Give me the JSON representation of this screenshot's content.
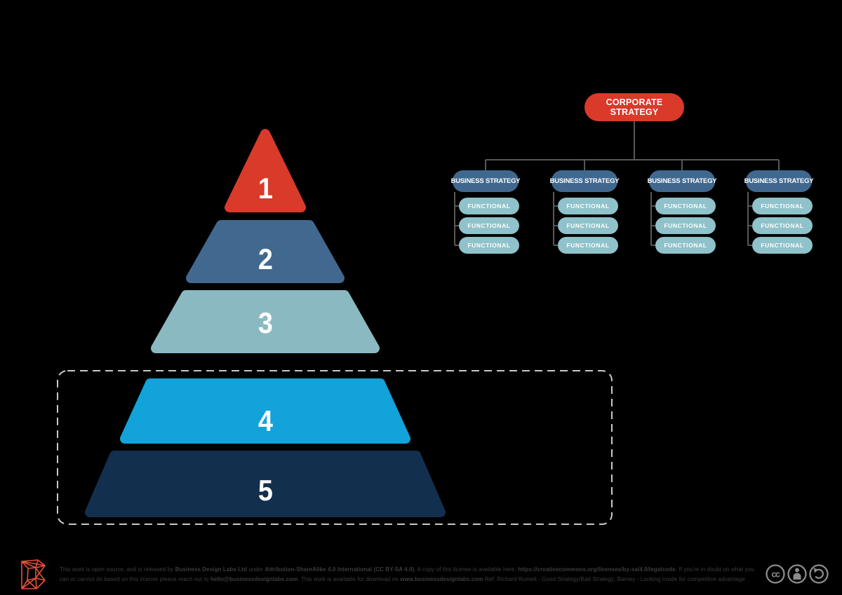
{
  "colors": {
    "background": "#000000",
    "white": "#ffffff",
    "red": "#d93a2a",
    "steel_blue": "#41698f",
    "business_blue": "#40688e",
    "teal": "#8ab9c1",
    "functional_teal": "#8fc2ca",
    "cyan": "#11a3d9",
    "navy": "#132f4e",
    "connector_gray": "#585858",
    "dashed_border": "#c9c9c9",
    "footer_text": "#3d3d3d",
    "cc_icon_gray": "#8b8b8b",
    "logo_red": "#e4503b"
  },
  "pyramid": {
    "levels": [
      {
        "number": "1",
        "color": "#d93a2a"
      },
      {
        "number": "2",
        "color": "#41698f"
      },
      {
        "number": "3",
        "color": "#8ab9c1"
      },
      {
        "number": "4",
        "color": "#11a3d9"
      },
      {
        "number": "5",
        "color": "#132f4e"
      }
    ]
  },
  "org_chart": {
    "root": {
      "line1": "CORPORATE",
      "line2": "STRATEGY"
    },
    "branches": [
      {
        "label": "BUSINESS STRATEGY",
        "children": [
          "FUNCTIONAL",
          "FUNCTIONAL",
          "FUNCTIONAL"
        ]
      },
      {
        "label": "BUSINESS STRATEGY",
        "children": [
          "FUNCTIONAL",
          "FUNCTIONAL",
          "FUNCTIONAL"
        ]
      },
      {
        "label": "BUSINESS STRATEGY",
        "children": [
          "FUNCTIONAL",
          "FUNCTIONAL",
          "FUNCTIONAL"
        ]
      },
      {
        "label": "BUSINESS STRATEGY",
        "children": [
          "FUNCTIONAL",
          "FUNCTIONAL",
          "FUNCTIONAL"
        ]
      }
    ]
  },
  "footer": {
    "cc_glyph": "cc",
    "line1": [
      {
        "text": "This work is open source, and is released by ",
        "bold": false
      },
      {
        "text": "Business Design Labs Ltd",
        "bold": true
      },
      {
        "text": " under ",
        "bold": false
      },
      {
        "text": "Attribution-ShareAlike 4.0 International (CC BY-SA 4.0)",
        "bold": true
      },
      {
        "text": ". A copy of this license is available here: ",
        "bold": false
      },
      {
        "text": "https://creativecommons.org/licenses/by-sa/4.0/legalcode",
        "bold": true
      },
      {
        "text": ". If you're in doubt on what you",
        "bold": false
      }
    ],
    "line2": [
      {
        "text": "can or cannot do based on this license please reach out to ",
        "bold": false
      },
      {
        "text": "hello@businessdesignlabs.com",
        "bold": true
      },
      {
        "text": ". This work is available for download on ",
        "bold": false
      },
      {
        "text": "www.businessdesignlabs.com",
        "bold": true
      },
      {
        "text": " Ref: Richard Rumelt - Good Strategy/Bad Strategy; Barney - Looking inside for competitive advantage",
        "bold": false
      }
    ]
  }
}
